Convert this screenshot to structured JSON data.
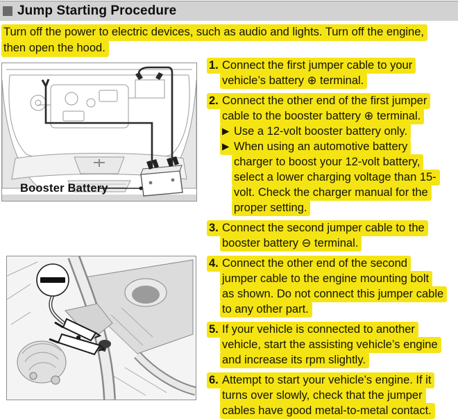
{
  "colors": {
    "highlight": "#f5e414",
    "title_bar_bg": "#d2d2d2",
    "title_square": "#6a6a6a",
    "text": "#1a1a1a"
  },
  "header": {
    "title": "Jump Starting Procedure"
  },
  "intro_lines": [
    "Turn off the power to electric devices, such as audio and lights. Turn off the engine,",
    "then open the hood."
  ],
  "figure1": {
    "description": "engine-bay-top-view-with-jumper-cables-and-booster-battery",
    "label": "Booster Battery"
  },
  "figure2": {
    "description": "engine-close-up-jumper-clamp-on-engine-mounting-bolt",
    "callout_symbol": "minus"
  },
  "steps": [
    {
      "num": "1.",
      "lines": [
        "Connect the first jumper cable to your",
        "vehicle’s battery ⊕ terminal."
      ]
    },
    {
      "num": "2.",
      "lines": [
        "Connect the other end of the first jumper",
        "cable to the booster battery ⊕ terminal."
      ],
      "subs": [
        {
          "marker": "▶",
          "lines": [
            "Use a 12-volt booster battery only."
          ]
        },
        {
          "marker": "▶",
          "lines": [
            "When using an automotive battery",
            "charger to boost your 12-volt battery,",
            "select a lower charging voltage than 15-",
            "volt. Check the charger manual for the",
            "proper setting."
          ]
        }
      ]
    },
    {
      "num": "3.",
      "lines": [
        "Connect the second jumper cable to the",
        "booster battery ⊖ terminal."
      ]
    },
    {
      "num": "4.",
      "lines": [
        "Connect the other end of the second",
        "jumper cable to the engine mounting bolt",
        "as shown. Do not connect this jumper cable",
        "to any other part."
      ]
    },
    {
      "num": "5.",
      "lines": [
        "If your vehicle is connected to another",
        "vehicle, start the assisting vehicle’s engine",
        "and increase its rpm slightly."
      ]
    },
    {
      "num": "6.",
      "lines": [
        "Attempt to start your vehicle’s engine. If it",
        "turns over slowly, check that the jumper",
        "cables have good metal-to-metal contact."
      ]
    }
  ]
}
